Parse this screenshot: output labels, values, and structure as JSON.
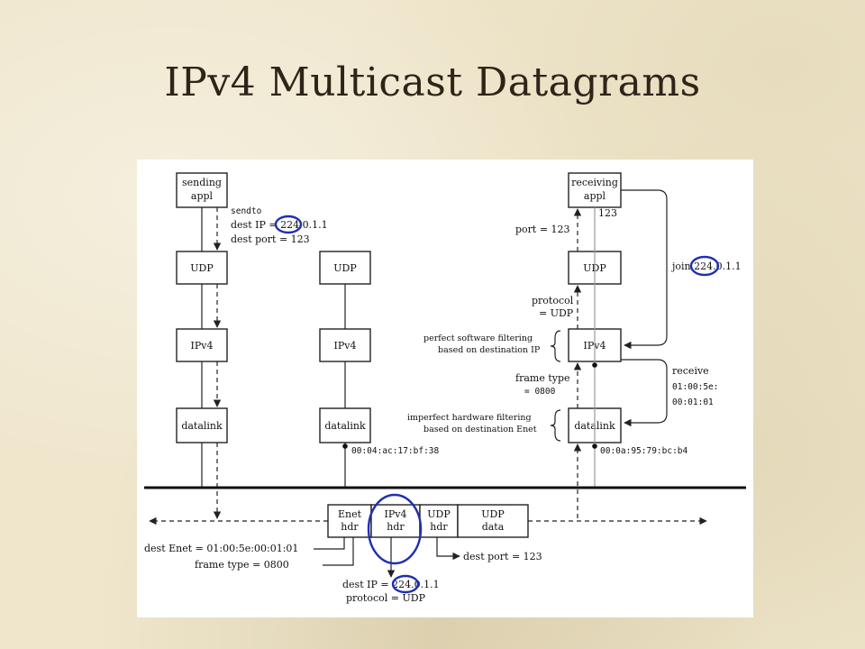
{
  "slide": {
    "title": "IPv4 Multicast Datagrams"
  },
  "colors": {
    "highlight_circle": "#1f2fb0",
    "background": "#efe6cc",
    "title_text": "#2e2418"
  },
  "sender": {
    "appl_line1": "sending",
    "appl_line2": "appl",
    "udp": "UDP",
    "ipv4": "IPv4",
    "datalink": "datalink",
    "sendto": "sendto",
    "dest_ip_prefix": "dest IP = ",
    "dest_ip_highlight": "224",
    "dest_ip_suffix": ".0.1.1",
    "dest_port": "dest port = 123"
  },
  "middle_host": {
    "udp": "UDP",
    "ipv4": "IPv4",
    "datalink": "datalink",
    "mac": "00:04:ac:17:bf:38"
  },
  "receiver": {
    "appl_line1": "receiving",
    "appl_line2": "appl",
    "port_num": "123",
    "udp": "UDP",
    "ipv4": "IPv4",
    "datalink": "datalink",
    "mac": "00:0a:95:79:bc:b4",
    "port_label": "port = 123",
    "protocol_line1": "protocol",
    "protocol_line2": "= UDP",
    "sw_filter_line1": "perfect software filtering",
    "sw_filter_line2": "based on destination IP",
    "frame_type_line1": "frame type",
    "frame_type_line2": "= 0800",
    "hw_filter_line1": "imperfect hardware filtering",
    "hw_filter_line2": "based on destination Enet",
    "join_prefix": "join ",
    "join_highlight": "224",
    "join_suffix": ".0.1.1",
    "receive_label": "receive",
    "receive_mac1": "01:00:5e:",
    "receive_mac2": "00:01:01"
  },
  "frame": {
    "enet_line1": "Enet",
    "enet_line2": "hdr",
    "ipv4_line1": "IPv4",
    "ipv4_line2": "hdr",
    "udp_line1": "UDP",
    "udp_line2": "hdr",
    "data_line1": "UDP",
    "data_line2": "data",
    "dest_enet": "dest Enet = 01:00:5e:00:01:01",
    "frame_type": "frame type = 0800",
    "dest_port": "dest port = 123",
    "dest_ip_prefix": "dest IP = ",
    "dest_ip_highlight": "224",
    "dest_ip_suffix": ".0.1.1",
    "protocol": "protocol = UDP"
  }
}
